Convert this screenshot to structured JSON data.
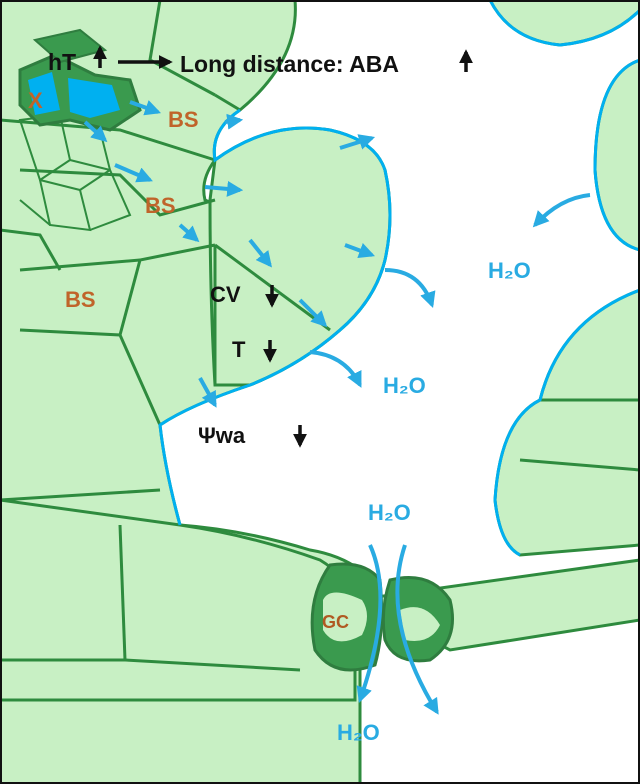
{
  "labels": {
    "top_left": "hT",
    "long_distance": "Long distance: ABA",
    "xylem": "X",
    "bs1": "BS",
    "bs2": "BS",
    "bs3": "BS",
    "cv": "CV",
    "t": "T",
    "psi_wa": "Ψwa",
    "guard_cell": "GC",
    "water_top_right": "H₂O",
    "water_mid": "H₂O",
    "water_stoma_top": "H₂O",
    "water_stoma_bottom": "H₂O"
  },
  "colors": {
    "cell_fill": "#c8f0c4",
    "cell_wall": "#2e8b3e",
    "guard_cell": "#3a9a4e",
    "guard_cell_dark": "#2f7d3f",
    "xylem_blue": "#00b0f0",
    "water_blue": "#29abe2",
    "label_orange": "#c0642a",
    "text_black": "#111111"
  }
}
